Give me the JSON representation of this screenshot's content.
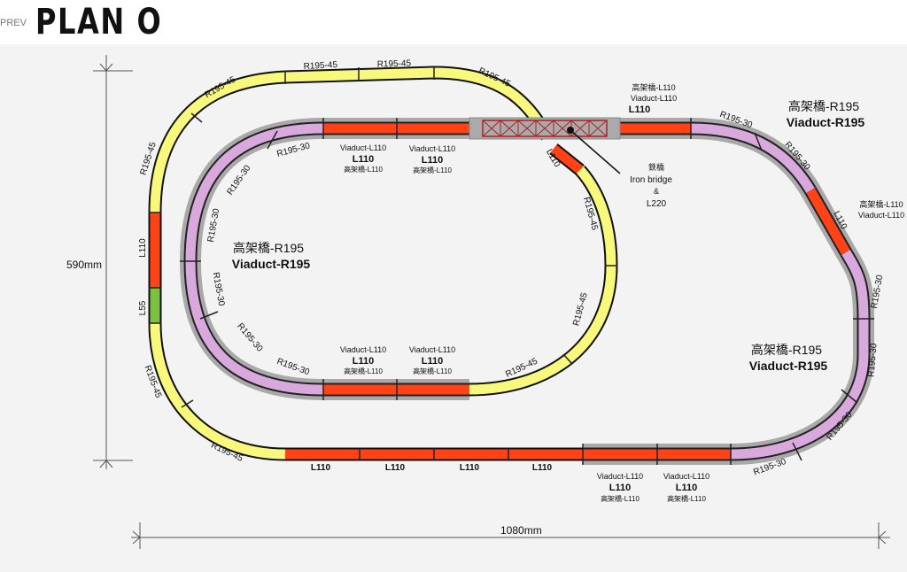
{
  "header": {
    "prev_label": "PREV",
    "title": "PLAN O"
  },
  "colors": {
    "curve_r195_45": "#f8f87c",
    "straight_l110": "#ff4317",
    "straight_l55": "#7cc242",
    "viaduct_curve": "#d9a8dc",
    "viaduct_band": "#a9a9a9",
    "bridge_truss": "#b02020"
  },
  "dimensions": {
    "height": "590mm",
    "width": "1080mm"
  },
  "labels": [
    "R195-45",
    "R195-45",
    "R195-45",
    "R195-45",
    "R195-45",
    "L110",
    "L55",
    "R195-45",
    "R195-45",
    "L110",
    "L110",
    "L110",
    "L110",
    "Viaduct-L110",
    "L110",
    "高架橋-L110",
    "Viaduct-L110",
    "L110",
    "高架橋-L110",
    "Viaduct-L110",
    "L110",
    "高架橋-L110",
    "Viaduct-L110",
    "L110",
    "高架橋-L110",
    "Viaduct-L110",
    "L110",
    "高架橋-L110",
    "Viaduct-L110",
    "L110",
    "高架橋-L110",
    "R195-30",
    "R195-30",
    "R195-30",
    "R195-30",
    "R195-30",
    "R195-30",
    "高架橋-R195",
    "Viaduct-R195",
    "L110",
    "R195-45",
    "R195-45",
    "R195-45",
    "鉄橋",
    "Iron bridge",
    "&",
    "L220",
    "高架橋-L110",
    "Viaduct-L110",
    "L110",
    "R195-30",
    "R195-30",
    "L110",
    "高架橋-L110",
    "Viaduct-L110",
    "R195-30",
    "R195-30",
    "R195-30",
    "R195-30",
    "高架橋-R195",
    "Viaduct-R195",
    "高架橋-R195",
    "Viaduct-R195"
  ]
}
